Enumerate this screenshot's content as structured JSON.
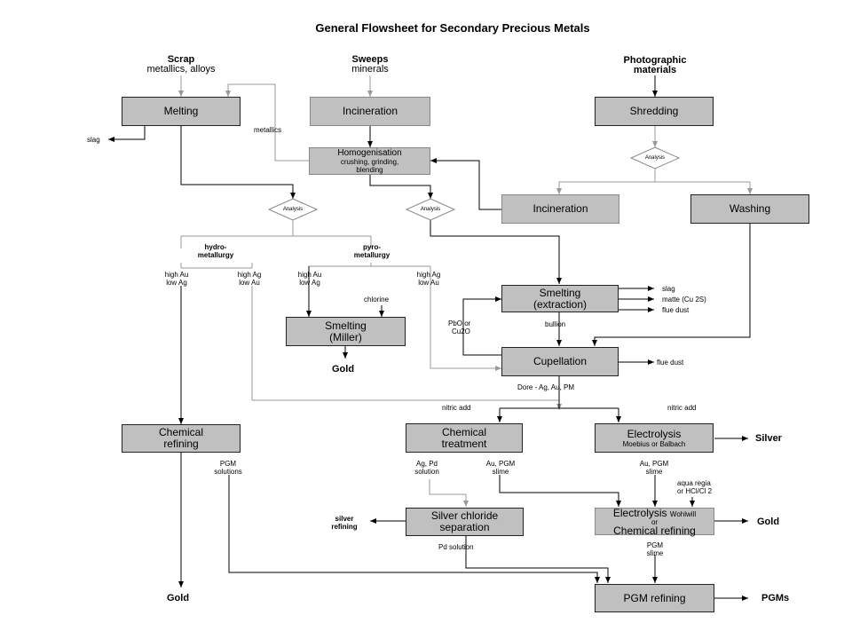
{
  "title": "General Flowsheet for Secondary Precious Metals",
  "inputs": {
    "scrap": "Scrap",
    "scrap_sub": "metallics, alloys",
    "sweeps": "Sweeps",
    "sweeps_sub": "minerals",
    "photo": "Photographic",
    "photo_sub": "materials"
  },
  "boxes": {
    "melting": "Melting",
    "incineration_top": "Incineration",
    "shredding": "Shredding",
    "homogenisation": "Homogenisation",
    "homogenisation_sub": "crushing, grinding,",
    "homogenisation_sub2": "blending",
    "incineration_mid": "Incineration",
    "washing": "Washing",
    "smelting_extraction": "Smelting",
    "smelting_extraction_sub": "(extraction)",
    "smelting_miller": "Smelting",
    "smelting_miller_sub": "(Miller)",
    "cupellation": "Cupellation",
    "chemical_refining": "Chemical",
    "chemical_refining_sub": "refining",
    "chemical_treatment": "Chemical",
    "chemical_treatment_sub": "treatment",
    "electrolysis": "Electrolysis",
    "electrolysis_sub": "Moebius or Balbach",
    "silver_chloride": "Silver chloride",
    "silver_chloride_sub": "separation",
    "electrolysis_wohlwill": "Electrolysis",
    "wohlwill": "Wohlwill",
    "or": "or",
    "chem_refining2": "Chemical refining",
    "pgm_refining": "PGM refining"
  },
  "decisions": {
    "analysis": "Analysis"
  },
  "labels": {
    "slag_left": "slag",
    "metallics": "metallics",
    "hydro": "hydro-",
    "hydro2": "metallurgy",
    "pyro": "pyro-",
    "pyro2": "metallurgy",
    "high_au": "high Au",
    "low_ag": "low Ag",
    "high_ag": "high Ag",
    "low_au": "low Au",
    "chlorine": "chlorine",
    "gold_miller": "Gold",
    "pbo": "PbO or",
    "cu2o": "Cu2O",
    "bullion": "bullion",
    "slag_right": "slag",
    "matte": "matte (Cu 2S)",
    "flue_dust": "flue dust",
    "flue_dust2": "flue dust",
    "dore": "Dore - Ag, Au, PM",
    "nitric1": "nitric add",
    "nitric2": "nitric add",
    "silver_out": "Silver",
    "pgm_solutions": "PGM",
    "pgm_solutions2": "solutions",
    "ag_pd": "Ag, Pd",
    "ag_pd2": "solution",
    "au_pgm": "Au, PGM",
    "au_pgm2": "slime",
    "au_pgm_e": "Au, PGM",
    "au_pgm_e2": "slime",
    "aqua": "aqua regia",
    "aqua2": "or HCl/Cl 2",
    "silver_refining": "silver",
    "silver_refining2": "refining",
    "gold_right": "Gold",
    "pd_solution": "Pd solution",
    "pgm_slime": "PGM",
    "pgm_slime2": "slime",
    "gold_bottom": "Gold",
    "pgms": "PGMs"
  }
}
